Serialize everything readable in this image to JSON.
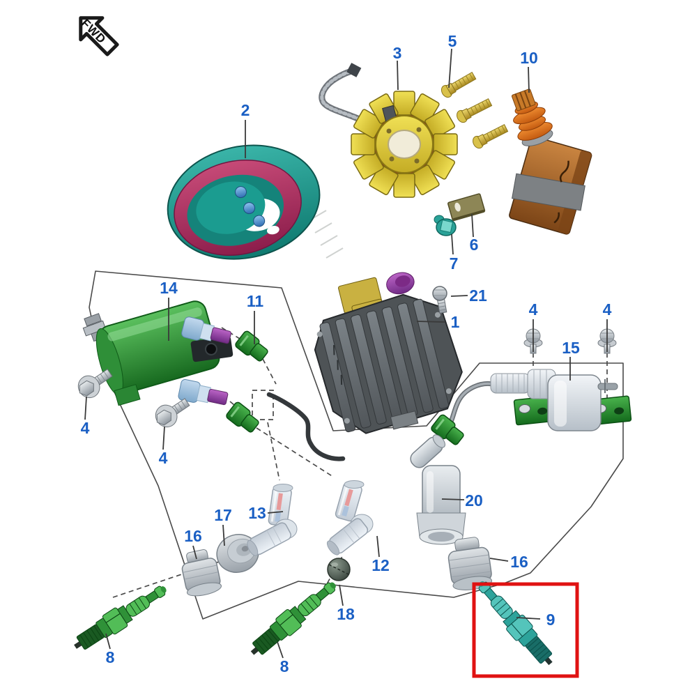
{
  "diagram": {
    "type": "exploded-parts-diagram",
    "orientation_badge": "FWD",
    "highlighted_callout": "9"
  },
  "numbers": {
    "n1": "1",
    "n2": "2",
    "n3": "3",
    "n4": "4",
    "n5": "5",
    "n6": "6",
    "n7": "7",
    "n8": "8",
    "n9": "9",
    "n10": "10",
    "n11": "11",
    "n12": "12",
    "n13": "13",
    "n14": "14",
    "n15": "15",
    "n16": "16",
    "n17": "17",
    "n18": "18",
    "n20": "20",
    "n21": "21"
  },
  "colors": {
    "label": "#1a5fc4",
    "leader": "#3a3a3a",
    "outline": "#4a4a4a",
    "dashed": "#4a4a4a",
    "highlight": "#e01212",
    "background": "#ffffff",
    "flywheel_teal": "#1f9e93",
    "flywheel_rim_magenta": "#a8255c",
    "stator_yellow": "#d9c532",
    "winding_red": "#8f2d27",
    "coil_brown": "#a5672c",
    "part_green": "#2f9138",
    "terminal_purple": "#a040a8",
    "spark_plug_teal": "#3fb3ab",
    "bolt_gold": "#c4a030",
    "metal_silver": "#b9c0c6"
  }
}
